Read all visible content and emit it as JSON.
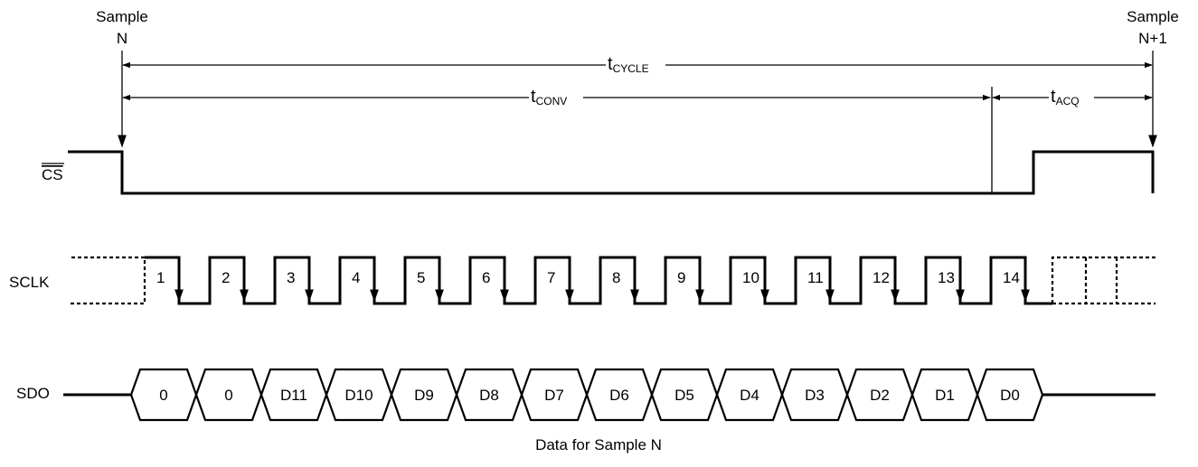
{
  "samples": {
    "start_word": "Sample",
    "start_index": "N",
    "end_word": "Sample",
    "end_index": "N+1"
  },
  "timings": [
    {
      "main": "t",
      "sub": "CYCLE"
    },
    {
      "main": "t",
      "sub": "CONV"
    },
    {
      "main": "t",
      "sub": "ACQ"
    }
  ],
  "signals": {
    "cs": "CS",
    "sclk": "SCLK",
    "sdo": "SDO"
  },
  "sclk_pulses": [
    "1",
    "2",
    "3",
    "4",
    "5",
    "6",
    "7",
    "8",
    "9",
    "10",
    "11",
    "12",
    "13",
    "14"
  ],
  "sdo_bits": [
    "0",
    "0",
    "D11",
    "D10",
    "D9",
    "D8",
    "D7",
    "D6",
    "D5",
    "D4",
    "D3",
    "D2",
    "D1",
    "D0"
  ],
  "caption": "Data for Sample N",
  "colors": {
    "line": "#000000",
    "background": "#ffffff"
  }
}
